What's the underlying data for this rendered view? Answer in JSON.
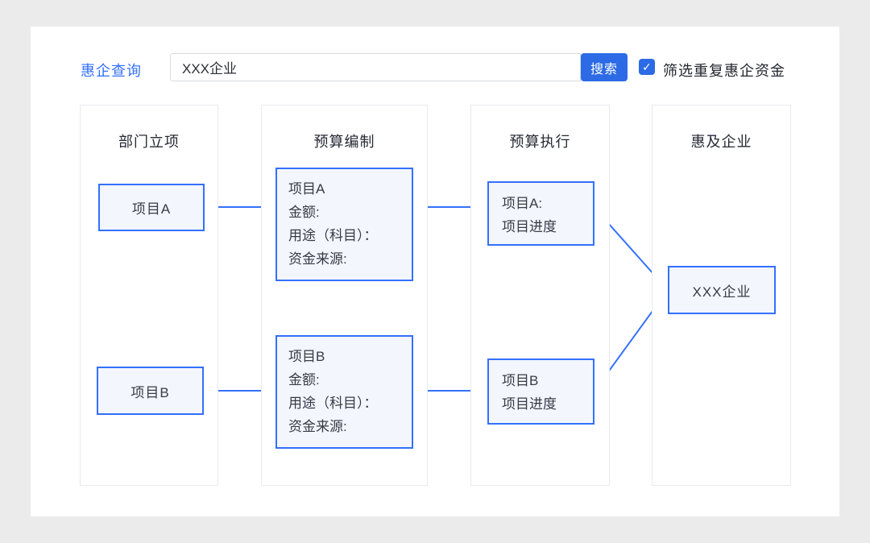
{
  "colors": {
    "accent": "#2C6BE5",
    "connector_line": "#3370FF",
    "node_fill": "#F3F6FD",
    "panel_border": "#E9EAEE",
    "page_bg": "#EBEBEB"
  },
  "header": {
    "query_label": "惠企查询",
    "search_input_value": "XXX企业",
    "search_button_label": "搜索",
    "checkbox_checked": true,
    "checkbox_glyph": "✓",
    "filter_label": "筛选重复惠企资金"
  },
  "columns": [
    {
      "title": "部门立项"
    },
    {
      "title": "预算编制"
    },
    {
      "title": "预算执行"
    },
    {
      "title": "惠及企业"
    }
  ],
  "nodes": {
    "dept_a": {
      "label": "项目A"
    },
    "dept_b": {
      "label": "项目B"
    },
    "budget_a": {
      "lines": [
        "项目A",
        "金额:",
        "用途（科目）：",
        "资金来源:"
      ]
    },
    "budget_b": {
      "lines": [
        "项目B",
        "金额:",
        "用途（科目）：",
        "资金来源:"
      ]
    },
    "exec_a": {
      "lines": [
        "项目A:",
        "项目进度"
      ]
    },
    "exec_b": {
      "lines": [
        "项目B",
        "项目进度"
      ]
    },
    "enterprise": {
      "label": "XXX企业"
    }
  },
  "edges": [
    {
      "from": "dept_a",
      "to": "budget_a"
    },
    {
      "from": "budget_a",
      "to": "exec_a"
    },
    {
      "from": "dept_b",
      "to": "budget_b"
    },
    {
      "from": "budget_b",
      "to": "exec_b"
    },
    {
      "from": "exec_a",
      "to": "enterprise"
    },
    {
      "from": "exec_b",
      "to": "enterprise"
    }
  ]
}
